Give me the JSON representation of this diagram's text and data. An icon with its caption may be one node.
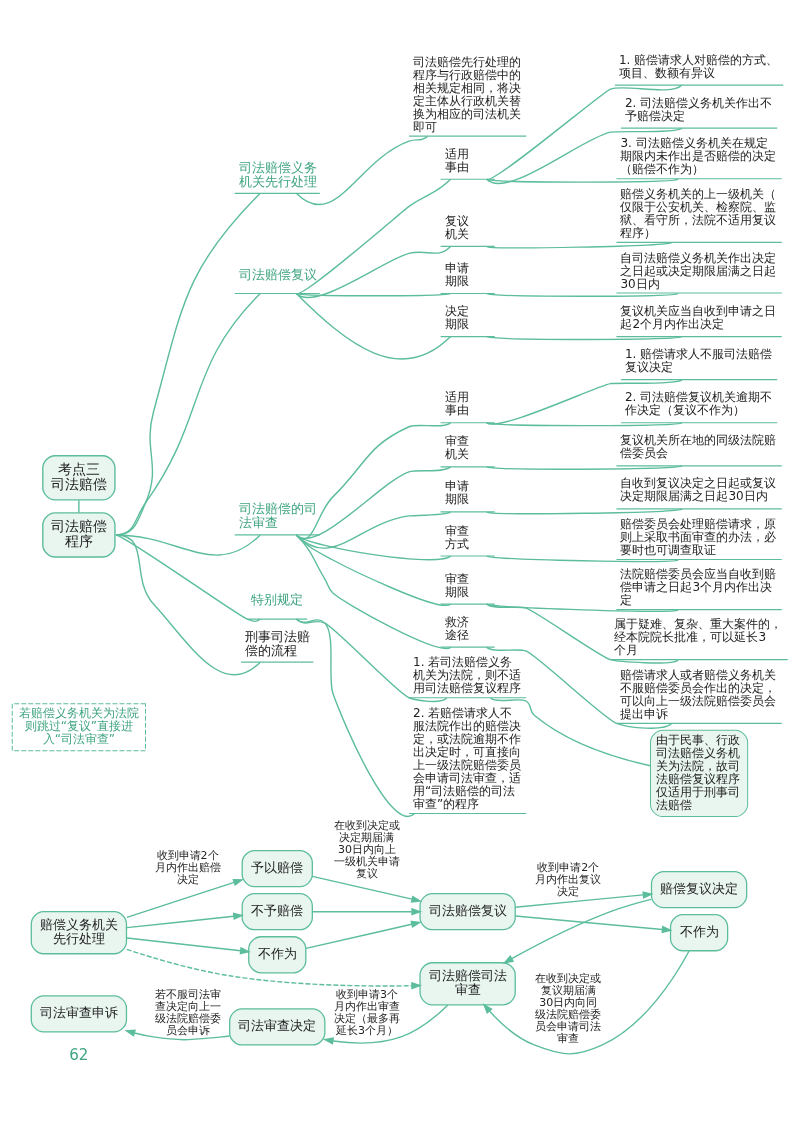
{
  "diagram": {
    "nodes": [
      {
        "text": [
          "考点三",
          "司法赔偿"
        ]
      },
      {
        "text": [
          "司法赔偿程序"
        ]
      },
      {
        "text": [
          "司法赔偿义务机关先行处理"
        ]
      },
      {
        "text": [
          "司法赔偿先行处理的程序与行政赔偿中的相关规定相同，将决定主体从行政机关替换为相应的司法机关即可"
        ]
      },
      {
        "text": [
          "司法赔偿复议"
        ]
      },
      {
        "text": [
          "适用事由"
        ]
      },
      {
        "text": [
          "1. 赔偿请求人对赔偿的方式、项目、数额有异议"
        ]
      },
      {
        "text": [
          "2. 司法赔偿义务机关作出不予赔偿决定"
        ]
      },
      {
        "text": [
          "3. 司法赔偿义务机关在规定期限内未作出是否赔偿的决定（赔偿不作为）"
        ]
      },
      {
        "text": [
          "复议机关"
        ]
      },
      {
        "text": [
          "赔偿义务机关的上一级机关（仅限于公安机关、检察院、监狱、看守所，法院不适用复议程序）"
        ]
      },
      {
        "text": [
          "申请期限"
        ]
      },
      {
        "text": [
          "自司法赔偿义务机关作出决定之日起或决定期限届满之日起30日内"
        ]
      },
      {
        "text": [
          "决定期限"
        ]
      },
      {
        "text": [
          "复议机关应当自收到申请之日起2个月内作出决定"
        ]
      },
      {
        "text": [
          "司法赔偿的司法审查"
        ]
      },
      {
        "text": [
          "适用事由"
        ]
      },
      {
        "text": [
          "1. 赔偿请求人不服司法赔偿复议决定"
        ]
      },
      {
        "text": [
          "2. 司法赔偿复议机关逾期不作决定（复议不作为）"
        ]
      },
      {
        "text": [
          "审查机关"
        ]
      },
      {
        "text": [
          "复议机关所在地的同级法院赔偿委员会"
        ]
      },
      {
        "text": [
          "申请期限"
        ]
      },
      {
        "text": [
          "自收到复议决定之日起或复议决定期限届满之日起30日内"
        ]
      },
      {
        "text": [
          "审查方式"
        ]
      },
      {
        "text": [
          "赔偿委员会处理赔偿请求，原则上采取书面审查的办法，必要时也可调查取证"
        ]
      },
      {
        "text": [
          "审查期限"
        ]
      },
      {
        "text": [
          "法院赔偿委员会应当自收到赔偿申请之日起3个月内作出决定"
        ]
      },
      {
        "text": [
          "属于疑难、复杂、重大案件的，经本院院长批准，可以延长3个月"
        ]
      },
      {
        "text": [
          "救济途径"
        ]
      },
      {
        "text": [
          "赔偿请求人或者赔偿义务机关不服赔偿委员会作出的决定，可以向上一级法院赔偿委员会提出申诉"
        ]
      },
      {
        "text": [
          "特别规定"
        ]
      },
      {
        "text": [
          "1. 若司法赔偿义务机关为法院，则不适用司法赔偿复议程序"
        ]
      },
      {
        "text": [
          "由于民事、行政司法赔偿义务机关为法院，故司法赔偿复议程序仅适用于刑事司法赔偿"
        ]
      },
      {
        "text": [
          "2. 若赔偿请求人不服法院作出的赔偿决定，或法院逾期不作出决定时，可直接向上一级法院赔偿委员会申请司法审查，适用“司法赔偿的司法审查”的程序"
        ]
      },
      {
        "text": [
          "刑事司法赔偿的流程"
        ]
      },
      {
        "text": [
          "赔偿义务机关先行处理"
        ]
      },
      {
        "text": [
          "予以赔偿"
        ]
      },
      {
        "text": [
          "不予赔偿"
        ]
      },
      {
        "text": [
          "不作为"
        ]
      },
      {
        "text": [
          "司法赔偿复议"
        ]
      },
      {
        "text": [
          "赔偿复议决定"
        ]
      },
      {
        "text": [
          "不作为"
        ]
      },
      {
        "text": [
          "司法赔偿司法审查"
        ]
      },
      {
        "text": [
          "司法审查决定"
        ]
      },
      {
        "text": [
          "司法审查申诉"
        ]
      },
      {
        "text": [
          "若赔偿义务机关为法院则跳过“复议”直接进入“司法审查”"
        ]
      }
    ],
    "edges": [
      {
        "from": 0,
        "to": 1,
        "arrow": "none"
      },
      {
        "from": 1,
        "to": 2,
        "arrow": "none"
      },
      {
        "from": 2,
        "to": 3,
        "arrow": "none"
      },
      {
        "from": 1,
        "to": 4,
        "arrow": "none"
      },
      {
        "from": 4,
        "to": 5,
        "arrow": "none"
      },
      {
        "from": 5,
        "to": 6,
        "arrow": "none"
      },
      {
        "from": 5,
        "to": 7,
        "arrow": "none"
      },
      {
        "from": 5,
        "to": 8,
        "arrow": "none"
      },
      {
        "from": 4,
        "to": 9,
        "arrow": "none"
      },
      {
        "from": 9,
        "to": 10,
        "arrow": "none"
      },
      {
        "from": 4,
        "to": 11,
        "arrow": "none"
      },
      {
        "from": 11,
        "to": 12,
        "arrow": "none"
      },
      {
        "from": 4,
        "to": 13,
        "arrow": "none"
      },
      {
        "from": 13,
        "to": 14,
        "arrow": "none"
      },
      {
        "from": 1,
        "to": 15,
        "arrow": "none"
      },
      {
        "from": 15,
        "to": 16,
        "arrow": "none"
      },
      {
        "from": 16,
        "to": 17,
        "arrow": "none"
      },
      {
        "from": 16,
        "to": 18,
        "arrow": "none"
      },
      {
        "from": 15,
        "to": 19,
        "arrow": "none"
      },
      {
        "from": 19,
        "to": 20,
        "arrow": "none"
      },
      {
        "from": 15,
        "to": 21,
        "arrow": "none"
      },
      {
        "from": 21,
        "to": 22,
        "arrow": "none"
      },
      {
        "from": 15,
        "to": 23,
        "arrow": "none"
      },
      {
        "from": 23,
        "to": 24,
        "arrow": "none"
      },
      {
        "from": 15,
        "to": 25,
        "arrow": "none"
      },
      {
        "from": 25,
        "to": 26,
        "arrow": "none"
      },
      {
        "from": 25,
        "to": 27,
        "arrow": "none"
      },
      {
        "from": 15,
        "to": 28,
        "arrow": "none"
      },
      {
        "from": 28,
        "to": 29,
        "arrow": "none"
      },
      {
        "from": 1,
        "to": 30,
        "arrow": "none"
      },
      {
        "from": 30,
        "to": 31,
        "arrow": "none"
      },
      {
        "from": 31,
        "to": 32,
        "arrow": "none"
      },
      {
        "from": 30,
        "to": 33,
        "arrow": "none"
      },
      {
        "from": 1,
        "to": 34,
        "arrow": "none"
      },
      {
        "from": 35,
        "to": 36,
        "arrow": "to",
        "label": "收到申请2个月内作出赔偿决定"
      },
      {
        "from": 35,
        "to": 37,
        "arrow": "to"
      },
      {
        "from": 35,
        "to": 38,
        "arrow": "to"
      },
      {
        "from": 36,
        "to": 39,
        "arrow": "to",
        "label": "在收到决定或决定期届满30日内向上一级机关申请复议"
      },
      {
        "from": 37,
        "to": 39,
        "arrow": "to"
      },
      {
        "from": 38,
        "to": 39,
        "arrow": "to"
      },
      {
        "from": 39,
        "to": 40,
        "arrow": "to",
        "label": "收到申请2个月内作出复议决定"
      },
      {
        "from": 39,
        "to": 41,
        "arrow": "to"
      },
      {
        "from": 40,
        "to": 42,
        "arrow": "to"
      },
      {
        "from": 41,
        "to": 42,
        "arrow": "to",
        "label": "在收到决定或复议期届满30日内向同级法院赔偿委员会申请司法审查"
      },
      {
        "from": 35,
        "to": 42,
        "arrow": "to",
        "style": "dashed"
      },
      {
        "from": 42,
        "to": 43,
        "arrow": "to",
        "label": "收到申请3个月内作出审查决定（最多再延长3个月）"
      },
      {
        "from": 43,
        "to": 44,
        "arrow": "to",
        "label": "若不服司法审查决定向上一级法院赔偿委员会申诉"
      }
    ],
    "labels": [
      "62"
    ]
  }
}
